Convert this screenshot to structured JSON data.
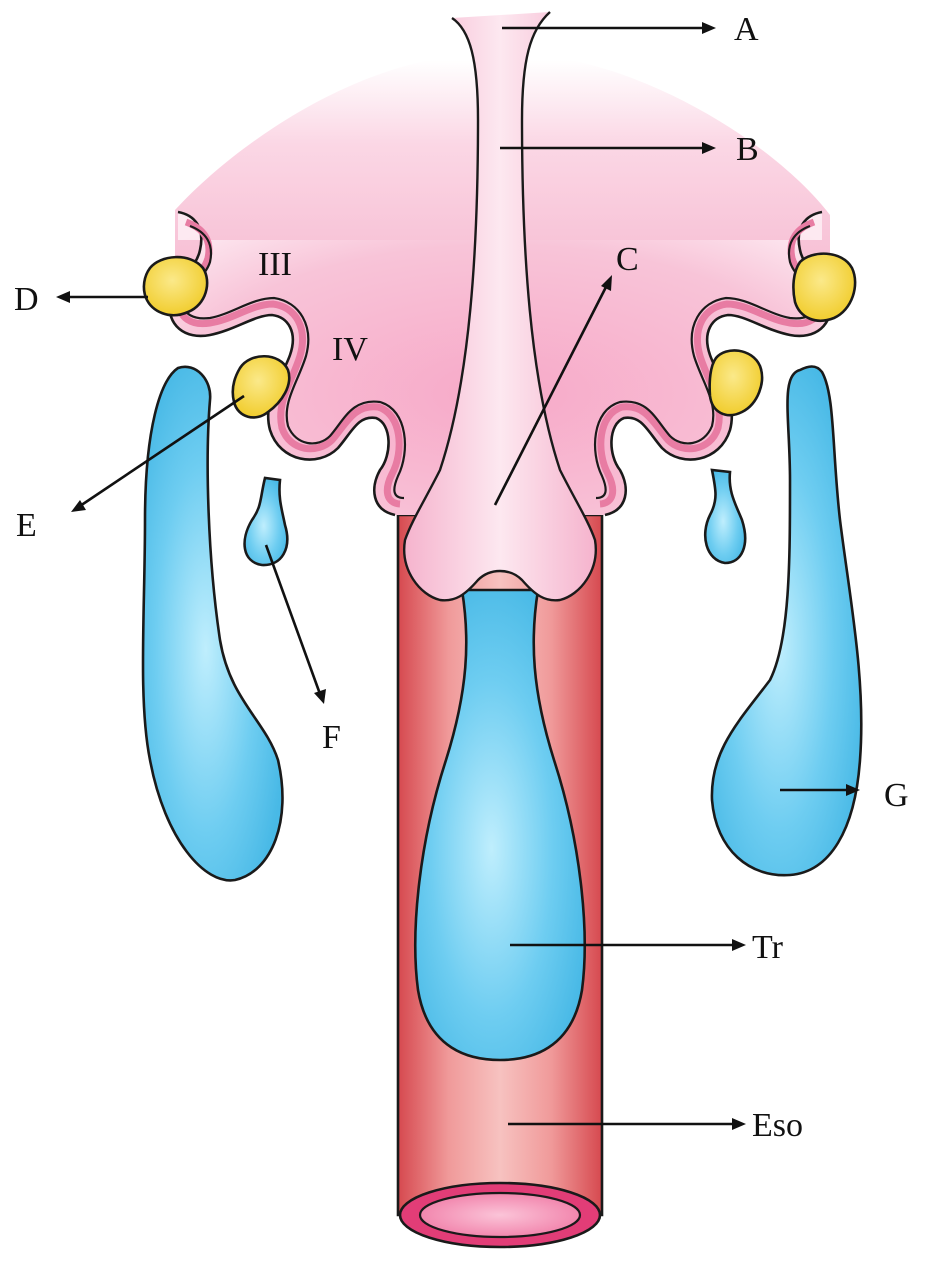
{
  "labels": {
    "A": "A",
    "B": "B",
    "C": "C",
    "D": "D",
    "E": "E",
    "F": "F",
    "G": "G",
    "Tr": "Tr",
    "Eso": "Eso",
    "III": "III",
    "IV": "IV"
  },
  "colors": {
    "pharynx_pink": "#f5b6cf",
    "pharynx_light": "#fde4ee",
    "pouch_lining": "#e87ca3",
    "gland_yellow": "#f5d84a",
    "gland_blue": "#5bc6ee",
    "gland_blue_light": "#b8e9fb",
    "esophagus_red": "#e0646a",
    "esophagus_light": "#f5b1b0",
    "esophagus_rim": "#e23d77",
    "line": "#111111"
  }
}
